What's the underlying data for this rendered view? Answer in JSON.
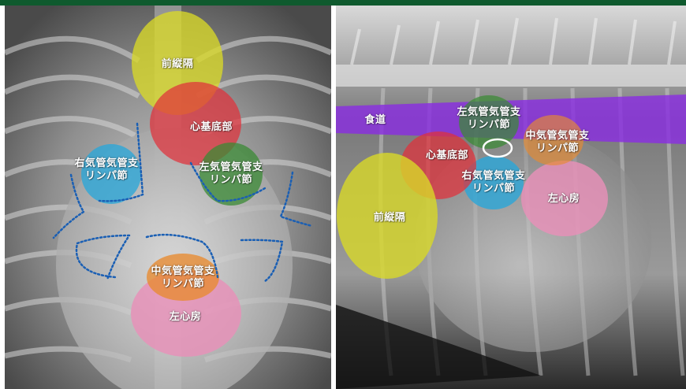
{
  "left_panel": {
    "labels": {
      "cranial_mediastinum": "前縦隔",
      "heart_base": "心基底部",
      "right_tracheobronchial_ln": "右気管気管支\nリンパ節",
      "left_tracheobronchial_ln": "左気管気管支\nリンパ節",
      "middle_tracheobronchial_ln": "中気管気管支\nリンパ節",
      "left_atrium": "左心房"
    }
  },
  "right_panel": {
    "labels": {
      "esophagus": "食道",
      "left_tracheobronchial_ln": "左気管気管支\nリンパ節",
      "middle_tracheobronchial_ln": "中気管気管支\nリンパ節",
      "heart_base": "心基底部",
      "right_tracheobronchial_ln": "右気管気管支\nリンパ節",
      "cranial_mediastinum": "前縦隔",
      "left_atrium": "左心房"
    }
  },
  "colors": {
    "top_bar": "#0f5a2e",
    "yellow_region": "#d8d828",
    "red_region": "#e0303a",
    "green_region": "#3a8a34",
    "blue_region": "#2aa6d8",
    "orange_region": "#e88a30",
    "pink_region": "#e890b8",
    "purple_band": "#8a2ee0",
    "dotted_outline": "#1a5fb4"
  }
}
